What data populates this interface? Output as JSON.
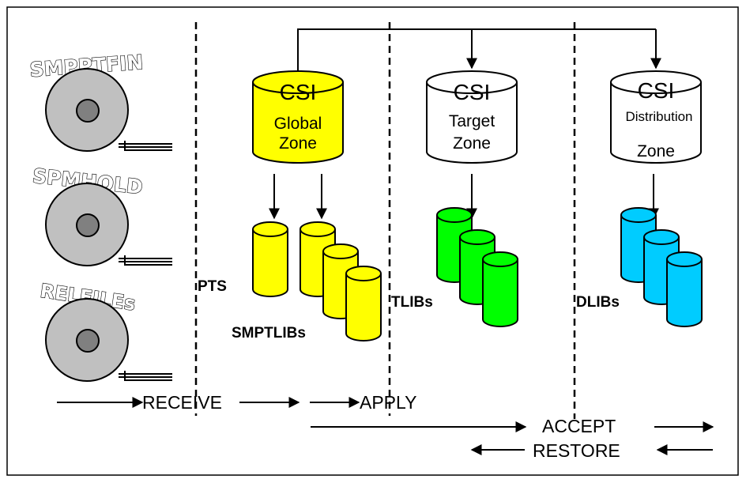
{
  "tapes": [
    {
      "label": "SMPPTFIN",
      "icon": "tape-reel-icon"
    },
    {
      "label": "SPMHOLD",
      "icon": "tape-reel-icon"
    },
    {
      "label": "RELFILEs",
      "icon": "tape-reel-icon"
    }
  ],
  "csi_global": {
    "title": "CSI",
    "line1": "Global",
    "line2": "Zone",
    "color": "#ffff00"
  },
  "csi_target": {
    "title": "CSI",
    "line1": "Target",
    "line2": "Zone",
    "color": "#ffffff"
  },
  "csi_distribution": {
    "title": "CSI",
    "line1": "Distribution",
    "line2": "Zone",
    "color": "#ffffff"
  },
  "libraries": {
    "pts": {
      "label": "PTS",
      "color": "#ffff00"
    },
    "smptlibs": {
      "label": "SMPTLIBs",
      "color": "#ffff00"
    },
    "tlibs": {
      "label": "TLIBs",
      "color": "#00ff00"
    },
    "dlibs": {
      "label": "DLIBs",
      "color": "#00ccff"
    }
  },
  "processes": {
    "receive": "RECEIVE",
    "apply": "APPLY",
    "accept": "ACCEPT",
    "restore": "RESTORE"
  }
}
